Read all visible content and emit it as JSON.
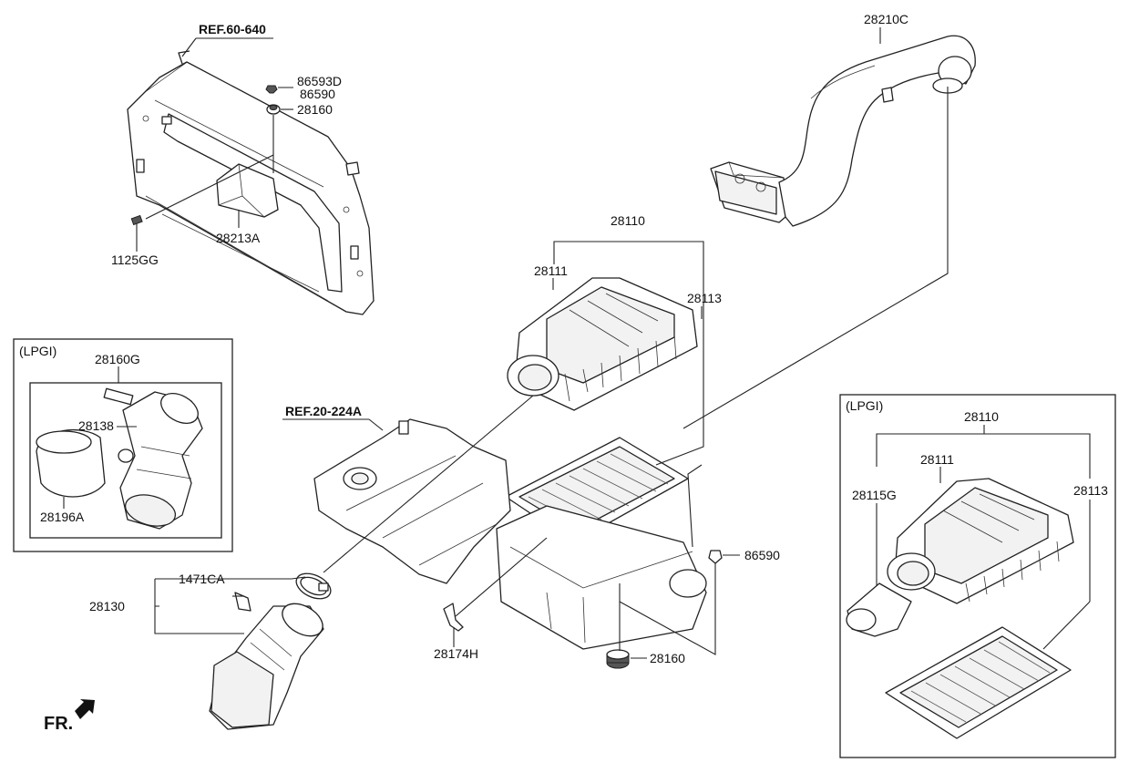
{
  "refs": {
    "radiator_support": "REF.60-640",
    "manifold": "REF.20-224A"
  },
  "parts": {
    "p28210C": "28210C",
    "p86593D": "86593D",
    "p86590_top": "86590",
    "p28160_top": "28160",
    "p28213A": "28213A",
    "p1125GG": "1125GG",
    "p28110_main": "28110",
    "p28111_main": "28111",
    "p28113_main": "28113",
    "p1471CA": "1471CA",
    "p28130": "28130",
    "p28174H": "28174H",
    "p28160_bottom": "28160",
    "p86590_right": "86590"
  },
  "lpgi_left": {
    "title": "(LPGI)",
    "p28160G": "28160G",
    "p28138": "28138",
    "p28196A": "28196A"
  },
  "lpgi_right": {
    "title": "(LPGI)",
    "p28110": "28110",
    "p28111": "28111",
    "p28115G": "28115G",
    "p28113": "28113"
  },
  "orientation": {
    "label": "FR."
  }
}
